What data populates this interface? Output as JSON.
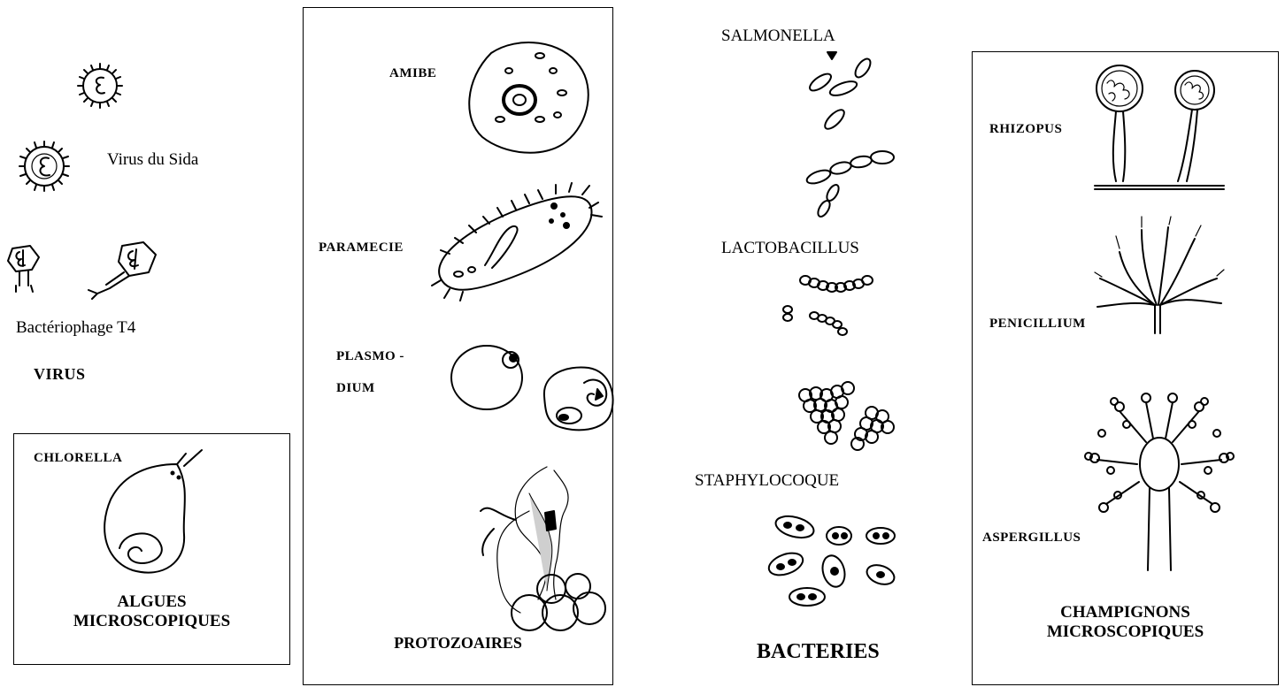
{
  "virus": {
    "sida_label": "Virus du Sida",
    "phage_label": "Bactériophage T4",
    "group_title": "VIRUS"
  },
  "algues": {
    "chlorella_label": "CHLORELLA",
    "group_title_line1": "ALGUES",
    "group_title_line2": "MICROSCOPIQUES"
  },
  "protozoaires": {
    "amibe_label": "AMIBE",
    "paramecie_label": "PARAMECIE",
    "plasmodium_label_line1": "PLASMO -",
    "plasmodium_label_line2": "DIUM",
    "group_title": "PROTOZOAIRES"
  },
  "bacteries": {
    "salmonella_label": "SALMONELLA",
    "lactobacillus_label": "LACTOBACILLUS",
    "staphylocoque_label": "STAPHYLOCOQUE",
    "group_title": "BACTERIES"
  },
  "champignons": {
    "rhizopus_label": "RHIZOPUS",
    "penicillium_label": "PENICILLIUM",
    "aspergillus_label": "ASPERGILLUS",
    "group_title_line1": "CHAMPIGNONS",
    "group_title_line2": "MICROSCOPIQUES"
  }
}
